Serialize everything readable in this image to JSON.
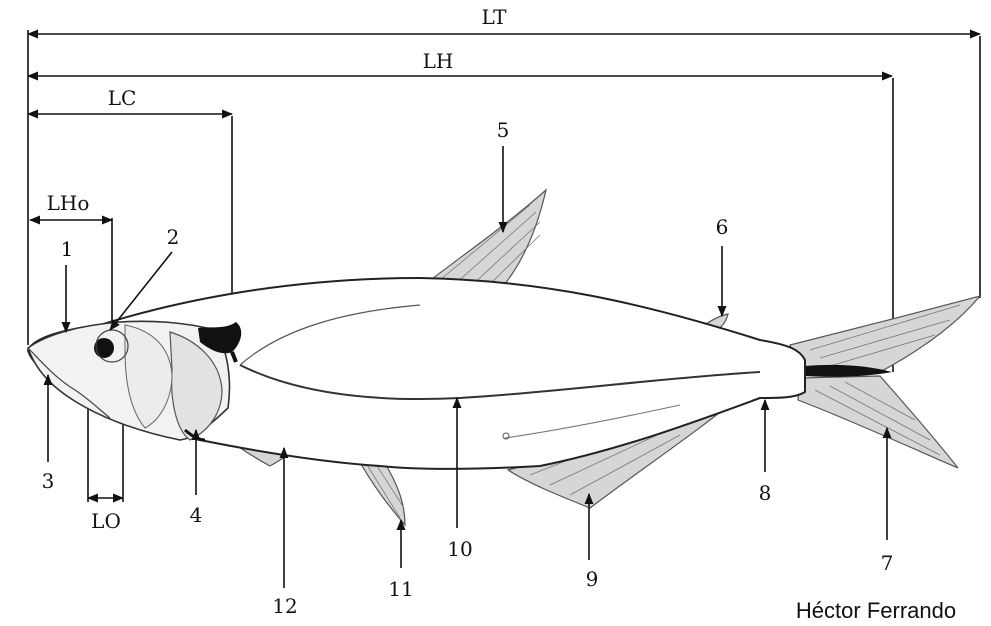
{
  "measurements": {
    "total_length": "LT",
    "standard_length": "LH",
    "head_length": "LC",
    "snout_length": "LHo",
    "eye_diameter": "LO"
  },
  "parts": [
    "1",
    "2",
    "3",
    "4",
    "5",
    "6",
    "7",
    "8",
    "9",
    "10",
    "11",
    "12"
  ],
  "credit": "Héctor Ferrando"
}
